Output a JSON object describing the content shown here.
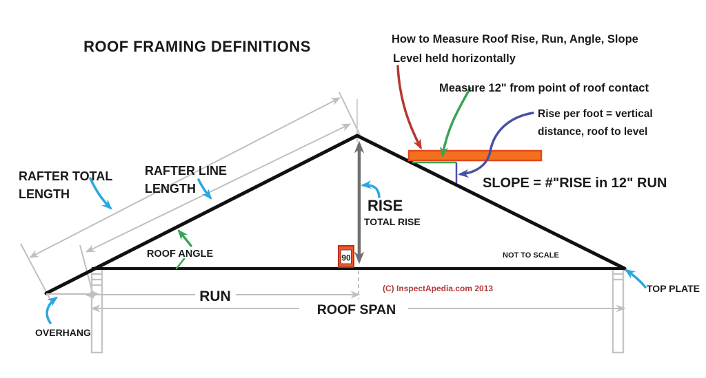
{
  "title": "ROOF FRAMING DEFINITIONS",
  "header_notes": {
    "howto_line1": "How to Measure Roof Rise, Run, Angle, Slope",
    "howto_line2": "Level held horizontally",
    "measure12": "Measure 12\" from point of roof contact",
    "rise_per_foot_line1": "Rise per foot =  vertical",
    "rise_per_foot_line2": "distance, roof to level",
    "slope_formula": "SLOPE = #\"RISE in 12\" RUN"
  },
  "labels": {
    "rafter_total_line1": "RAFTER TOTAL",
    "rafter_total_line2": "LENGTH",
    "rafter_line_line1": "RAFTER LINE",
    "rafter_line_line2": "LENGTH",
    "roof_angle": "ROOF ANGLE",
    "rise": "RISE",
    "total_rise": "TOTAL RISE",
    "run": "RUN",
    "roof_span": "ROOF SPAN",
    "overhang": "OVERHANG",
    "top_plate": "TOP PLATE",
    "right_angle": "90",
    "not_to_scale": "NOT TO SCALE",
    "copyright": "(C) InspectApedia.com 2013"
  },
  "colors": {
    "line_black": "#111111",
    "dimension_gray": "#bfbfbf",
    "rise_gray": "#6f6f6f",
    "cyan_arrow": "#2aa7e0",
    "green_arrow": "#3aa356",
    "red_arrow": "#b5382f",
    "indigo_arrow": "#4a50a3",
    "level_fill": "#f4701f",
    "level_border": "#e1491f",
    "angle_box_fill": "#ef5a24",
    "angle_box_border": "#c02d1d",
    "copyright_red": "#b23a3a"
  }
}
